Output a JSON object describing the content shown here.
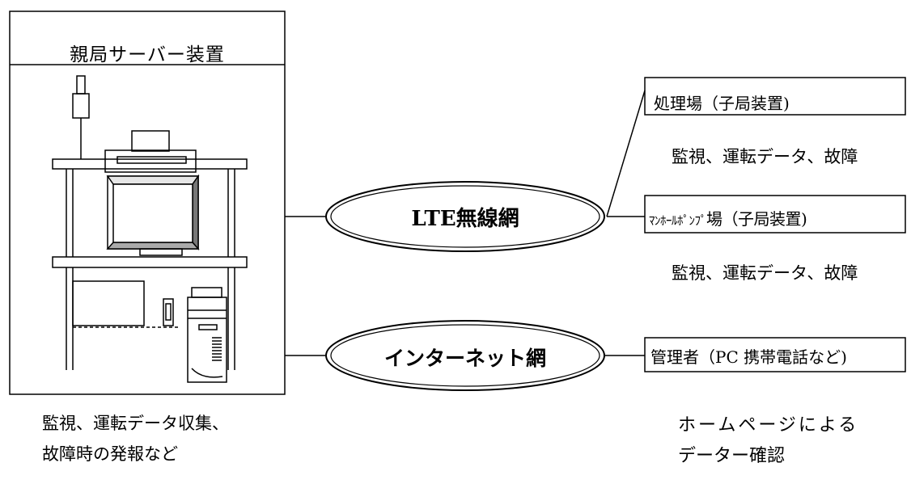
{
  "server": {
    "title": "親局サーバー装置",
    "caption_line1": "監視、運転データ収集、",
    "caption_line2": "故障時の発報など"
  },
  "networks": {
    "lte_label": "LTE無線網",
    "internet_label": "インターネット網"
  },
  "endpoints": {
    "treatment_plant": "処理場（子局装置)",
    "treatment_plant_data": "監視、運転データ、故障",
    "pump_station_prefix": "ﾏﾝﾎｰﾙﾎﾟﾝﾌﾟ",
    "pump_station_suffix": "場（子局装置)",
    "pump_station_data": "監視、運転データ、故障",
    "admin": "管理者（PC 携帯電話など)",
    "admin_note_line1": "ホームページによる",
    "admin_note_line2": "データー確認"
  }
}
